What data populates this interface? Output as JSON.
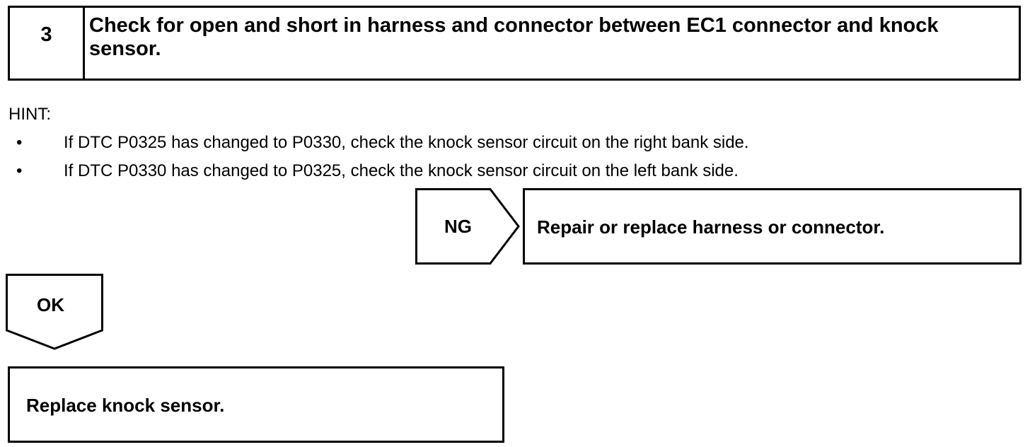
{
  "step": {
    "number": "3",
    "title": "Check for open and short in harness and connector between EC1 connector and knock sensor."
  },
  "hint": {
    "label": "HINT:",
    "bullet": "•",
    "items": [
      "If DTC P0325 has changed to P0330, check the knock sensor circuit on the right bank side.",
      "If DTC P0330 has changed to P0325, check the knock sensor circuit on the left bank side."
    ]
  },
  "ng": {
    "label": "NG",
    "action": "Repair or replace harness or connector."
  },
  "ok": {
    "label": "OK",
    "action": "Replace knock sensor."
  }
}
